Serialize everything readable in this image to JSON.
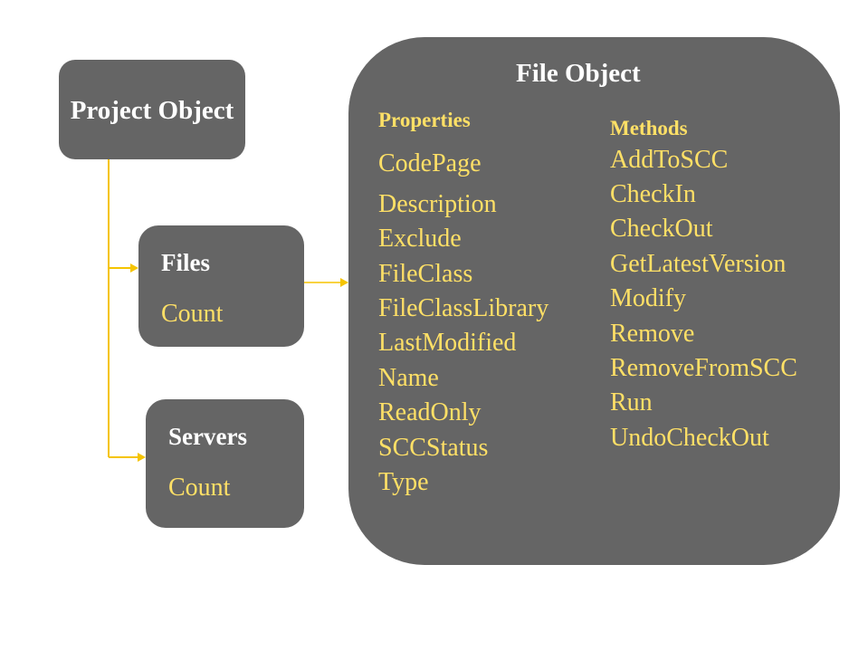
{
  "colors": {
    "box_fill": "#656565",
    "title_text": "#ffffff",
    "item_text": "#ffe066",
    "connector": "#f5c400"
  },
  "project": {
    "title": "Project Object"
  },
  "files": {
    "title": "Files",
    "item": "Count"
  },
  "servers": {
    "title": "Servers",
    "item": "Count"
  },
  "file_object": {
    "title": "File Object",
    "properties_heading": "Properties",
    "methods_heading": "Methods",
    "properties": [
      "CodePage",
      "Description",
      "Exclude",
      "FileClass",
      "FileClassLibrary",
      "LastModified",
      "Name",
      "ReadOnly",
      "SCCStatus",
      "Type"
    ],
    "methods": [
      "AddToSCC",
      "CheckIn",
      "CheckOut",
      "GetLatestVersion",
      "Modify",
      "Remove",
      "RemoveFromSCC",
      "Run",
      "UndoCheckOut"
    ]
  }
}
